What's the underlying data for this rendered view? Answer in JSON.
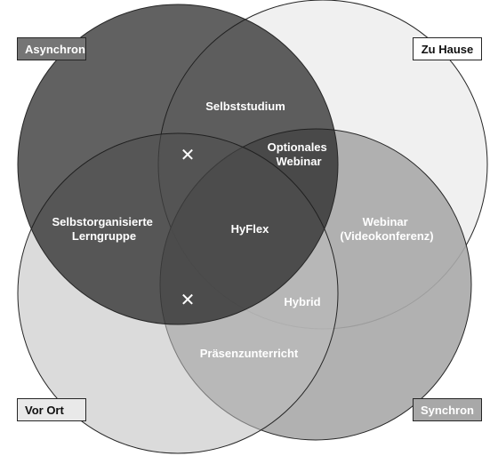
{
  "diagram": {
    "type": "venn",
    "sets": {
      "asynchron": "Asynchron",
      "zu_hause": "Zu Hause",
      "vor_ort": "Vor Ort",
      "synchron": "Synchron"
    },
    "regions": {
      "selbststudium": "Selbststudium",
      "optionales_webinar": [
        "Optionales",
        "Webinar"
      ],
      "selbstorganisierte_lerngruppe": [
        "Selbstorganisierte",
        "Lerngruppe"
      ],
      "hyflex": "HyFlex",
      "webinar": [
        "Webinar",
        "(Videokonferenz)"
      ],
      "hybrid": "Hybrid",
      "praesenzunterricht": "Präsenzunterricht"
    },
    "excluded_mark": "✕",
    "colors": {
      "asynchron_fill": "#3c3c3c",
      "vor_ort_fill": "#8a8a8a",
      "synchron_fill": "#a8a8a8",
      "zu_hause_fill": "#f0f0f0",
      "outline": "#262626",
      "label_dark_bg": "#757575",
      "label_light_bg": "#ffffff",
      "label_mid_bg": "#a8a8a8",
      "label_pale_bg": "#e9e9e9"
    }
  }
}
